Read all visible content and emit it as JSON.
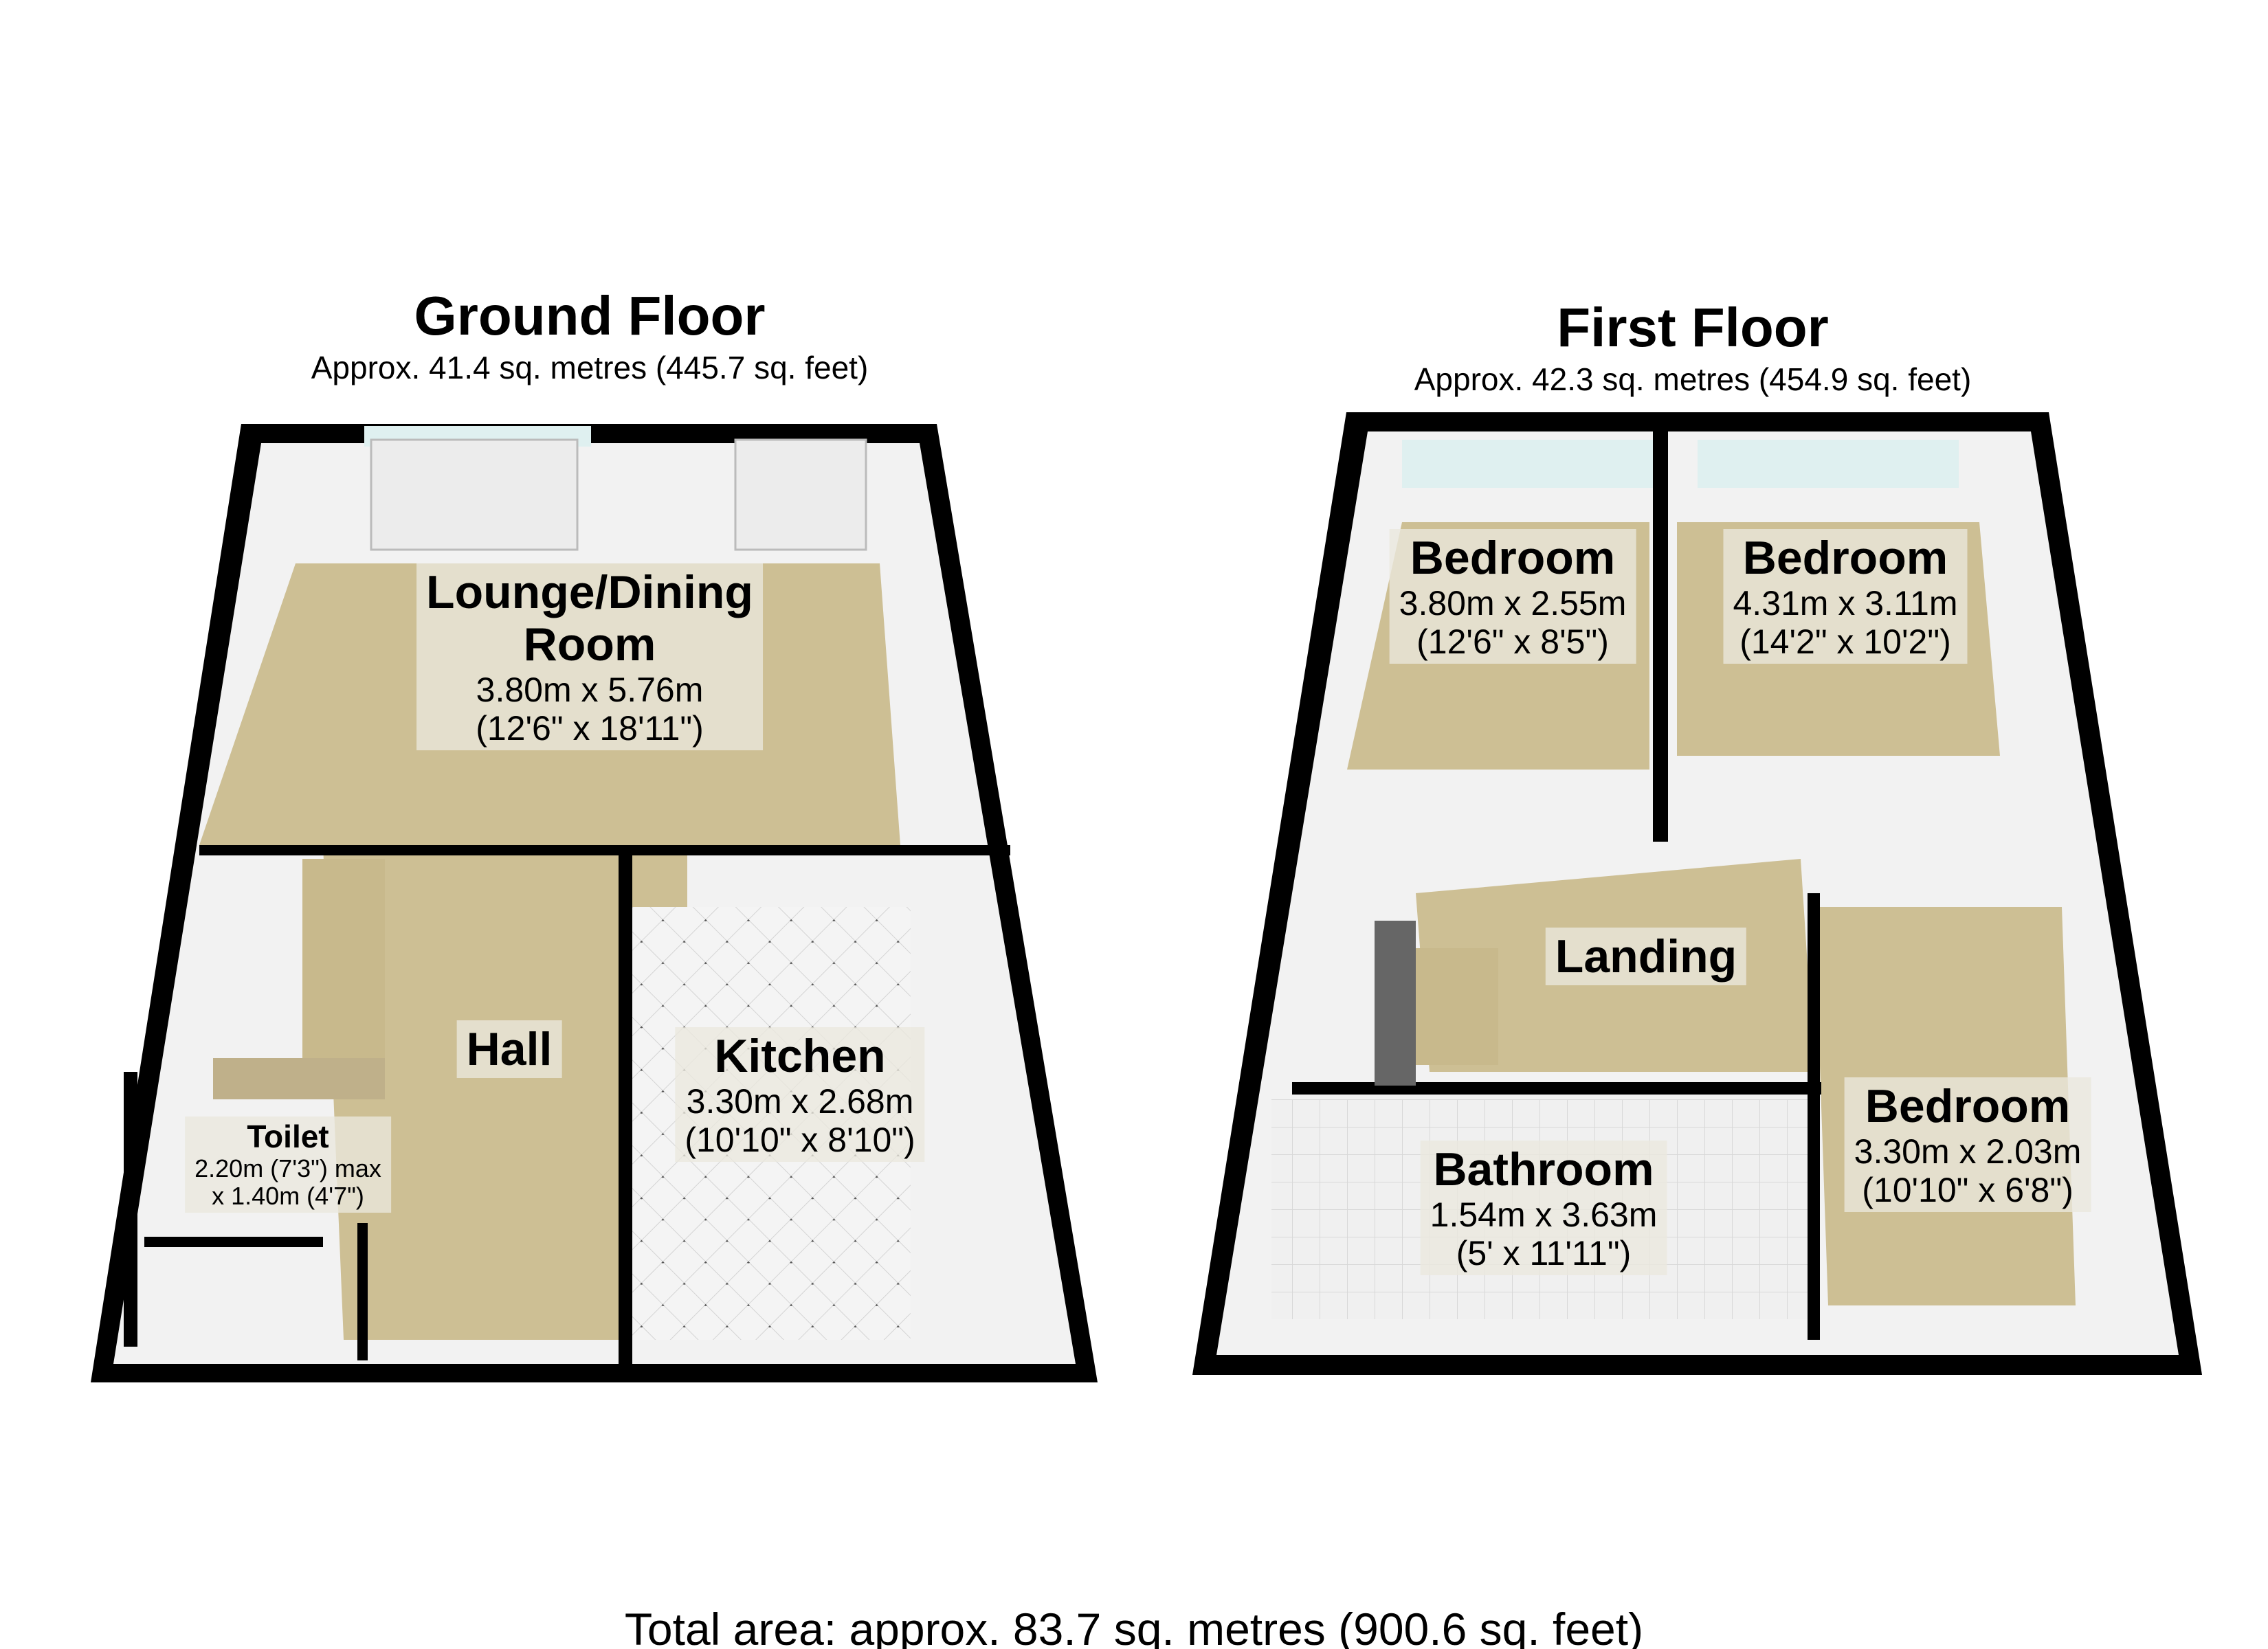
{
  "ground_floor": {
    "title": "Ground Floor",
    "area": "Approx. 41.4 sq. metres (445.7 sq. feet)",
    "rooms": [
      {
        "name": "Lounge/Dining",
        "name2": "Room",
        "dim_m": "3.80m x 5.76m",
        "dim_ft": "(12'6\" x 18'11\")"
      },
      {
        "name": "Kitchen",
        "dim_m": "3.30m x 2.68m",
        "dim_ft": "(10'10\" x 8'10\")"
      },
      {
        "name": "Hall"
      },
      {
        "name": "Toilet",
        "dim_m": "2.20m (7'3\") max",
        "dim_ft": "x 1.40m (4'7\")"
      }
    ]
  },
  "first_floor": {
    "title": "First Floor",
    "area": "Approx. 42.3 sq. metres (454.9 sq. feet)",
    "rooms": [
      {
        "name": "Bedroom",
        "dim_m": "3.80m x 2.55m",
        "dim_ft": "(12'6\" x 8'5\")"
      },
      {
        "name": "Bedroom",
        "dim_m": "4.31m x 3.11m",
        "dim_ft": "(14'2\" x 10'2\")"
      },
      {
        "name": "Landing"
      },
      {
        "name": "Bathroom",
        "dim_m": "1.54m x 3.63m",
        "dim_ft": "(5' x 11'11\")"
      },
      {
        "name": "Bedroom",
        "dim_m": "3.30m x 2.03m",
        "dim_ft": "(10'10\" x 6'8\")"
      }
    ]
  },
  "total": "Total area: approx. 83.7 sq. metres (900.6 sq. feet)",
  "colors": {
    "floor": "#cdbf94",
    "wall": "#f2f2f2",
    "outline": "#000000",
    "tile": "#f4f4f4",
    "glass": "#dff0f0"
  }
}
